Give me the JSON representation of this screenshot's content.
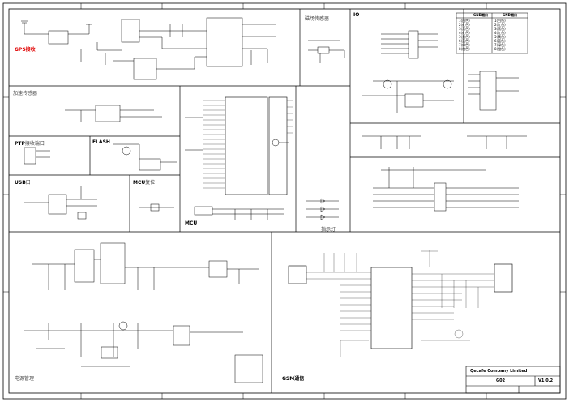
{
  "sections": {
    "gps": {
      "title": "GPS接收"
    },
    "mag": {
      "title": "磁场传感器"
    },
    "io": {
      "title": "IO"
    },
    "accel": {
      "title": "加速传感器"
    },
    "ptp": {
      "title": "PTP"
    },
    "ptp_sub": {
      "title": "接收端口"
    },
    "flash": {
      "title": "FLASH"
    },
    "usb": {
      "title": "USB"
    },
    "usb_sub": {
      "title": "口"
    },
    "mcu_small": {
      "title": "MCU"
    },
    "mcu_small_sub": {
      "title": "复位"
    },
    "mcu": {
      "title": "MCU"
    },
    "indicator": {
      "title": "指示灯"
    },
    "power": {
      "title": "电源管理"
    },
    "gsm": {
      "title": "GSM通信"
    }
  },
  "io_table": {
    "header_left": "GND端口",
    "header_right": "GND端口",
    "rows_left": [
      "1(白色)",
      "2(红色)",
      "3(黑色)",
      "4(红色)",
      "5(黄色)",
      "6(蓝色)",
      "7(绿色)",
      "8(橙色)"
    ],
    "rows_right": [
      "1(白色)",
      "2(红色)",
      "3(黑色)",
      "4(红色)",
      "5(黄色)",
      "6(蓝色)",
      "7(绿色)",
      "8(橙色)"
    ]
  },
  "title_block": {
    "company": "Qecafe Company Limited",
    "doc": "G02",
    "version": "V1.0.2"
  }
}
